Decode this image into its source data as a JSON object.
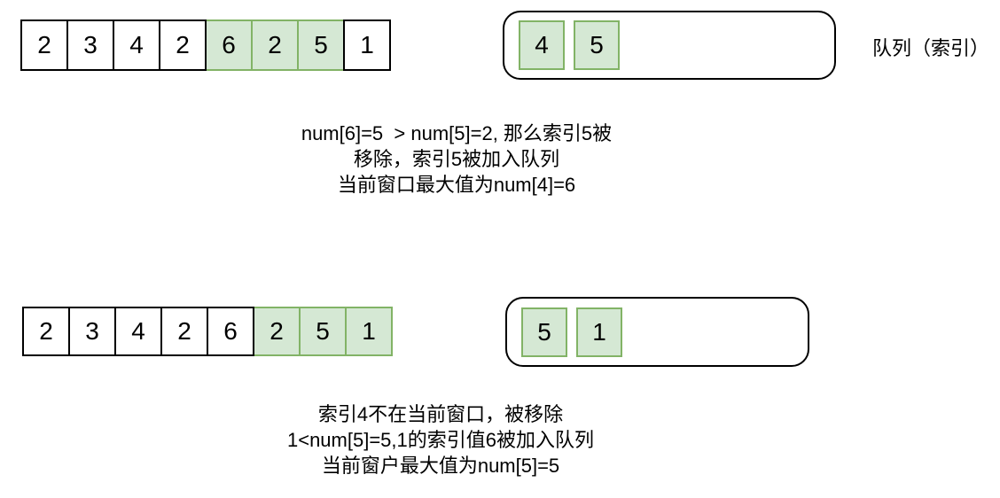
{
  "colors": {
    "highlight_fill": "#d5e8d4",
    "highlight_border": "#82b366",
    "outline": "#000000",
    "background": "#ffffff"
  },
  "queue_label": "队列（索引）",
  "step1": {
    "array": [
      {
        "value": "2",
        "highlight": false
      },
      {
        "value": "3",
        "highlight": false
      },
      {
        "value": "4",
        "highlight": false
      },
      {
        "value": "2",
        "highlight": false
      },
      {
        "value": "6",
        "highlight": true
      },
      {
        "value": "2",
        "highlight": true
      },
      {
        "value": "5",
        "highlight": true
      },
      {
        "value": "1",
        "highlight": false
      }
    ],
    "queue": [
      "4",
      "5"
    ],
    "caption_lines": [
      "num[6]=5  > num[5]=2, 那么索引5被",
      "移除，索引5被加入队列",
      "当前窗口最大值为num[4]=6"
    ]
  },
  "step2": {
    "array": [
      {
        "value": "2",
        "highlight": false
      },
      {
        "value": "3",
        "highlight": false
      },
      {
        "value": "4",
        "highlight": false
      },
      {
        "value": "2",
        "highlight": false
      },
      {
        "value": "6",
        "highlight": false
      },
      {
        "value": "2",
        "highlight": true
      },
      {
        "value": "5",
        "highlight": true
      },
      {
        "value": "1",
        "highlight": true
      }
    ],
    "queue": [
      "5",
      "1"
    ],
    "caption_lines": [
      "索引4不在当前窗口，被移除",
      "1<num[5]=5,1的索引值6被加入队列",
      "当前窗户最大值为num[5]=5"
    ]
  }
}
